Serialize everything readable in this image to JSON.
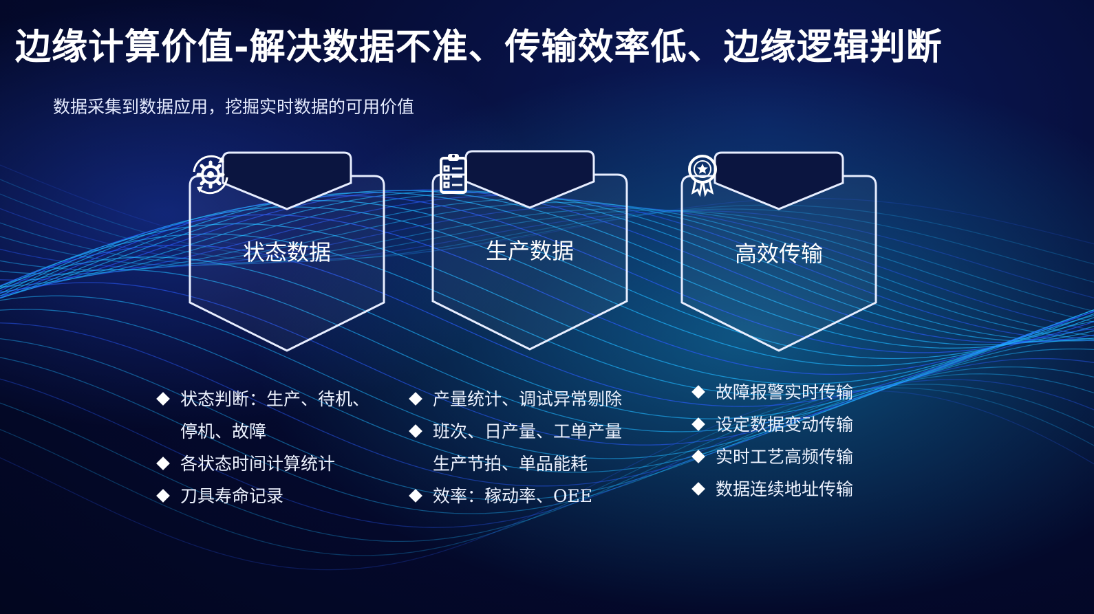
{
  "slide": {
    "title": "边缘计算价值-解决数据不准、传输效率低、边缘逻辑判断",
    "subtitle": "数据采集到数据应用，挖掘实时数据的可用价值"
  },
  "cards": [
    {
      "label": "状态数据",
      "icon": "gear-refresh-icon"
    },
    {
      "label": "生产数据",
      "icon": "clipboard-checklist-icon"
    },
    {
      "label": "高效传输",
      "icon": "award-medal-icon"
    }
  ],
  "lists": {
    "status": {
      "items": [
        "状态判断：生产、待机、",
        "停机、故障",
        "各状态时间计算统计",
        "刀具寿命记录"
      ]
    },
    "production": {
      "items": [
        "产量统计、调试异常剔除",
        "班次、日产量、工单产量",
        "生产节拍、单品能耗",
        "效率：稼动率、OEE"
      ]
    },
    "transfer": {
      "items": [
        "故障报警实时传输",
        "设定数据变动传输",
        "实时工艺高频传输",
        "数据连续地址传输"
      ]
    }
  },
  "colors": {
    "background": "#050b33",
    "wave_primary": "#1fb6ff",
    "wave_secondary": "#2a5cff",
    "text": "#ffffff"
  }
}
